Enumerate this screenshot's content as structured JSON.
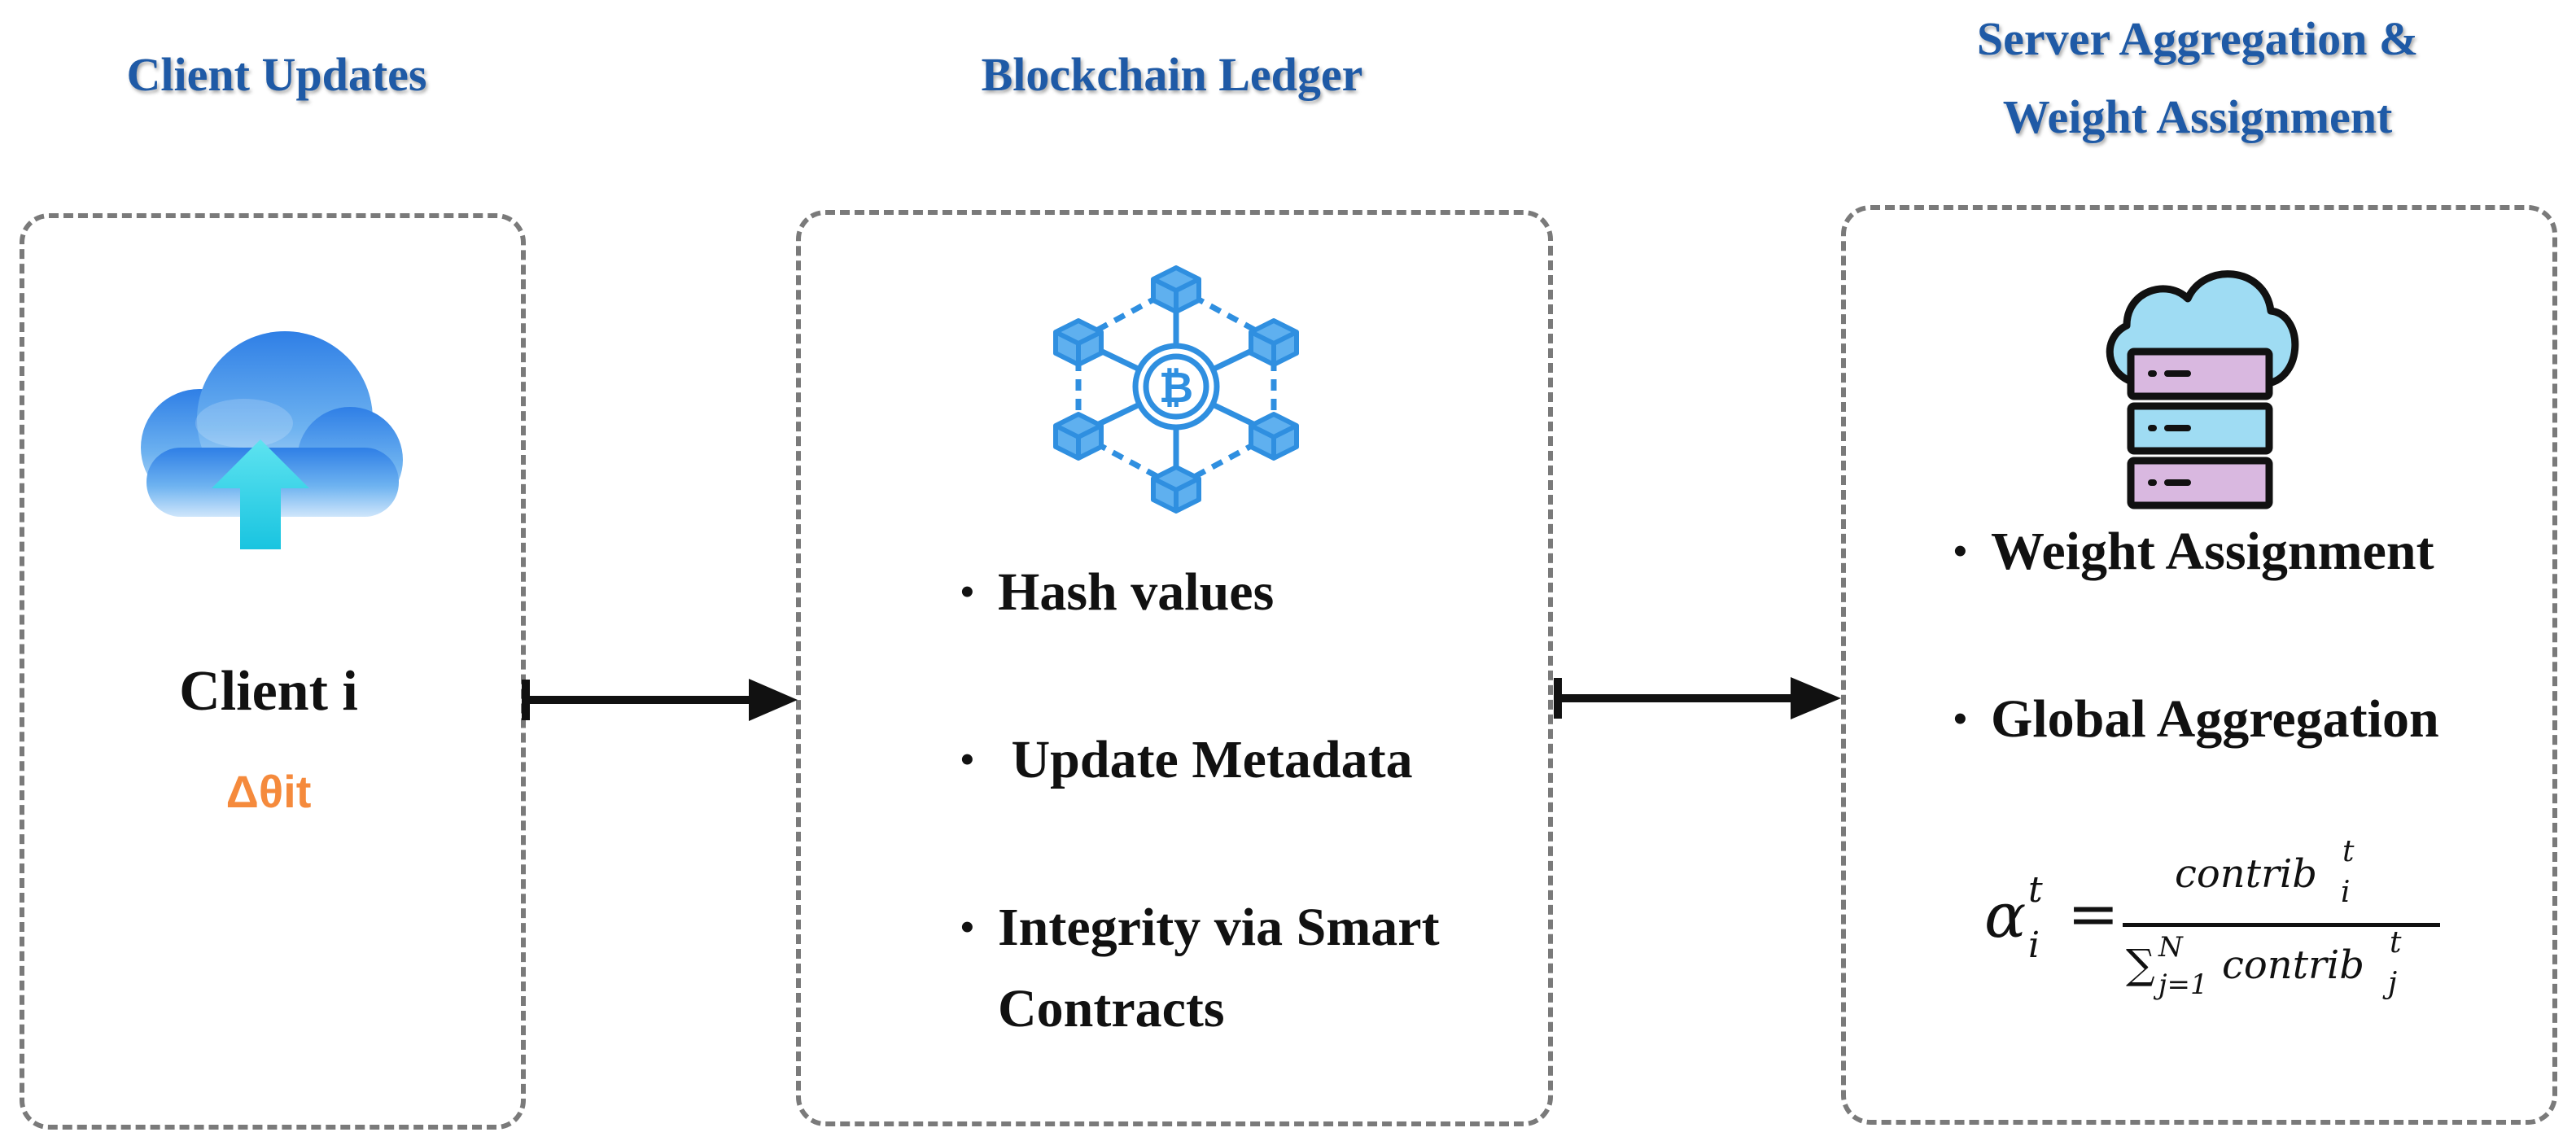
{
  "columns": {
    "client": {
      "title": "Client Updates",
      "label": "Client i",
      "delta": "Δθit",
      "icon": "cloud-upload-icon"
    },
    "ledger": {
      "title": "Blockchain Ledger",
      "icon": "blockchain-network-icon",
      "items": [
        {
          "text": "Hash values"
        },
        {
          "text": " Update Metadata"
        },
        {
          "text": "Integrity via Smart Contracts"
        }
      ]
    },
    "server": {
      "title_line1": "Server Aggregation &",
      "title_line2": "Weight Assignment",
      "icon": "cloud-server-icon",
      "items": [
        {
          "text": "Weight Assignment"
        },
        {
          "text": "Global Aggregation"
        }
      ],
      "formula": {
        "lhs_symbol": "α",
        "lhs_sub": "i",
        "lhs_sup": "t",
        "equals": "=",
        "num_text": "contrib",
        "num_sub": "i",
        "num_sup": "t",
        "den_sigma": "∑",
        "den_lower": "j=1",
        "den_upper": "N",
        "den_text": "contrib",
        "den_sub": "j",
        "den_sup": "t"
      }
    }
  },
  "colors": {
    "title_blue": "#1f5aa6",
    "delta_orange": "#f58a3c",
    "border_gray": "#7a7a7a",
    "icon_blue": "#2f8fe0",
    "server_pink": "#d9b8e0",
    "server_cyan": "#9fdcf3"
  }
}
